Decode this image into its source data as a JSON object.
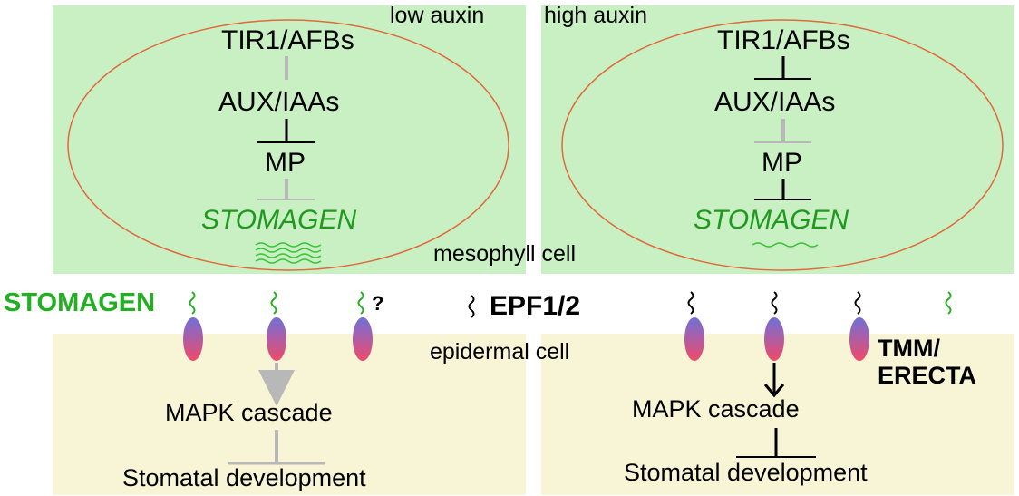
{
  "conditions": {
    "low": "low auxin",
    "high": "high auxin"
  },
  "nodes": {
    "tir1": "TIR1/AFBs",
    "aux": "AUX/IAAs",
    "mp": "MP",
    "stomagen": "STOMAGEN"
  },
  "cells": {
    "mesophyll": "mesophyll cell",
    "epidermal": "epidermal cell"
  },
  "ligands": {
    "stomagen": "STOMAGEN",
    "epf": "EPF1/2",
    "unknown": "?"
  },
  "receptor": {
    "line1": "TMM/",
    "line2": "ERECTA"
  },
  "downstream": {
    "mapk": "MAPK cascade",
    "stomatal": "Stomatal development"
  },
  "colors": {
    "mesophyll_bg": "#c8f0c2",
    "epidermal_bg": "#f8f4d6",
    "cell_outline": "#e06a3c",
    "inactive_edge": "#b8b8b8",
    "active_edge": "#000000",
    "stomagen_green": "#22b022",
    "receptor_top": "#7070d8",
    "receptor_bottom": "#f04a6a"
  }
}
